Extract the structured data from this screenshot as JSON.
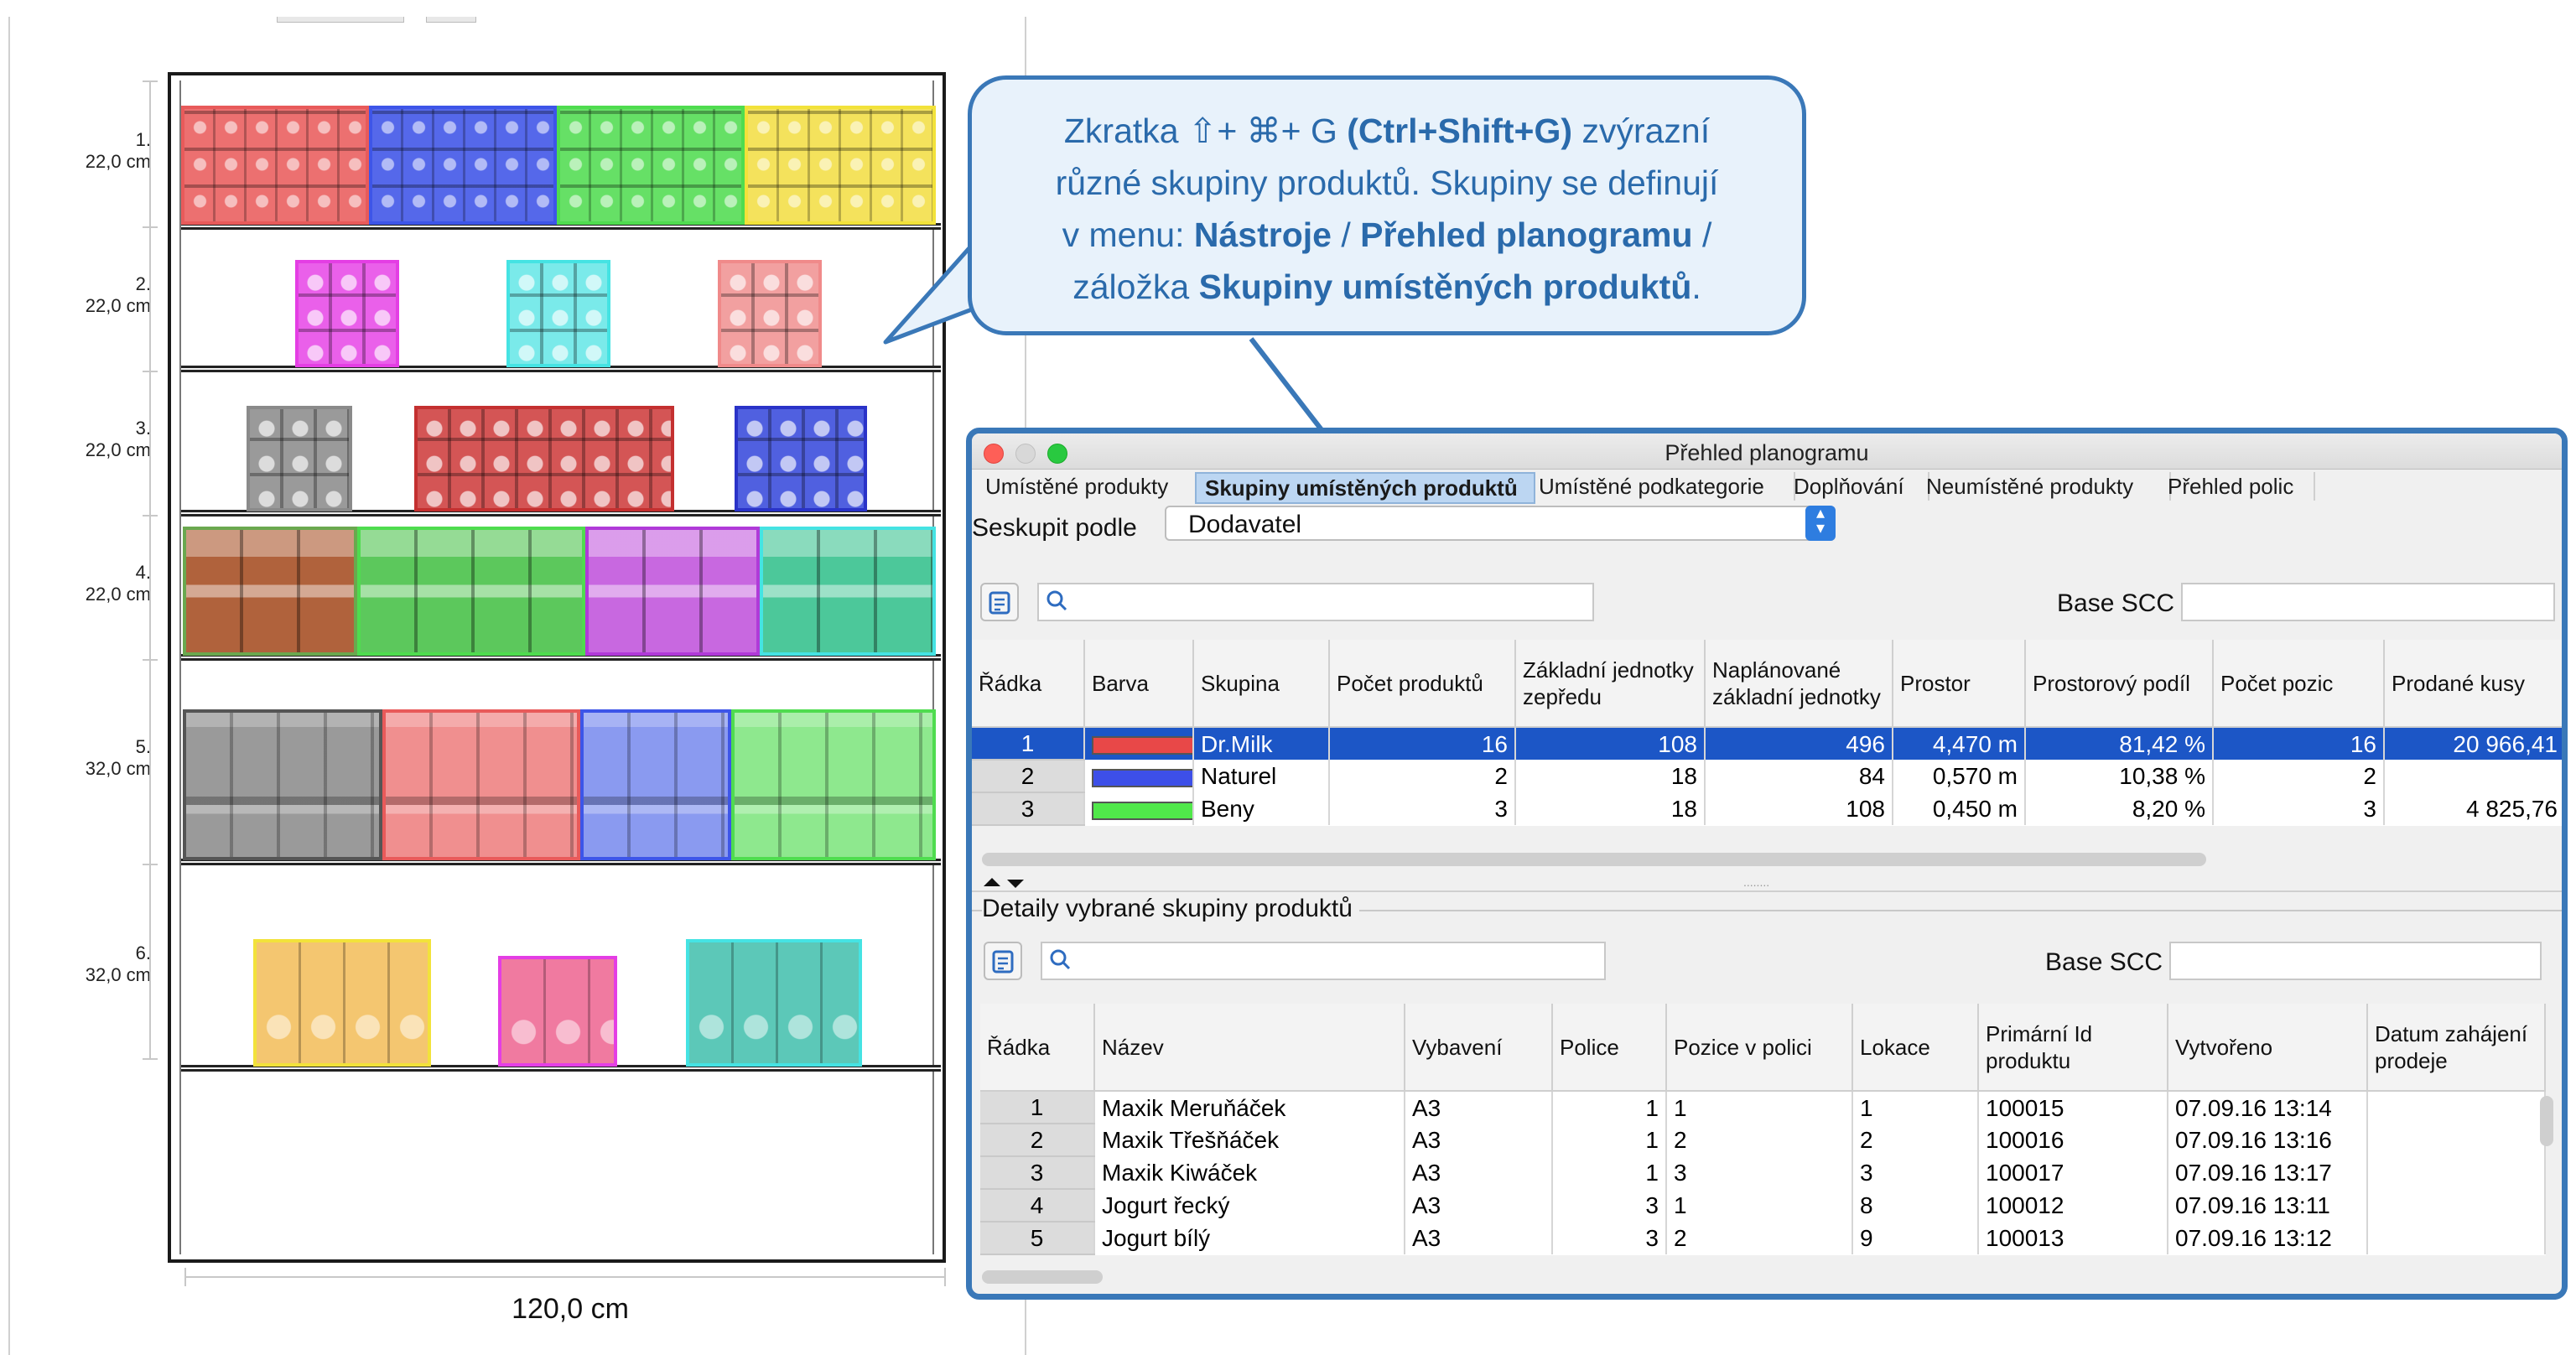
{
  "planogram": {
    "shelves": [
      {
        "num": "1.",
        "height": "22,0 cm"
      },
      {
        "num": "2.",
        "height": "22,0 cm"
      },
      {
        "num": "3.",
        "height": "22,0 cm"
      },
      {
        "num": "4.",
        "height": "22,0 cm"
      },
      {
        "num": "5.",
        "height": "32,0 cm"
      },
      {
        "num": "6.",
        "height": "32,0 cm"
      }
    ],
    "width_label": "120,0 cm",
    "group_colors": {
      "red": "#e85a5a",
      "blue": "#3d55e8",
      "green": "#4fdc4f",
      "yellow": "#f2e23a",
      "magenta": "#e43ee4",
      "cyan": "#45e3e3",
      "salmon": "#f08a8a",
      "gray": "#8a8a8a",
      "darkred": "#c43030",
      "navy": "#2a33c8",
      "purple": "#b03ad8"
    }
  },
  "callout": {
    "line1_pre": "Zkratka ⇧+ ⌘+ G ",
    "line1_keys": "(Ctrl+Shift+G)",
    "line1_post": " zvýrazní",
    "line2": "různé skupiny produktů. Skupiny se definují",
    "line3_pre": "v menu: ",
    "line3_b1": "Nástroje",
    "line3_mid": " / ",
    "line3_b2": "Přehled planogramu",
    "line3_post": " /",
    "line4_pre": "záložka ",
    "line4_b": "Skupiny umístěných produktů",
    "line4_post": "."
  },
  "dialog": {
    "title": "Přehled planogramu",
    "tabs": [
      "Umístěné produkty",
      "Skupiny umístěných produktů",
      "Umístěné podkategorie",
      "Doplňování",
      "Neumístěné produkty",
      "Přehled polic"
    ],
    "group_by_label": "Seskupit podle",
    "group_by_value": "Dodavatel",
    "base_scc_label": "Base SCC",
    "groups_table": {
      "columns": [
        "Řádka",
        "Barva",
        "Skupina",
        "Počet produktů",
        "Základní jednotky zepředu",
        "Naplánované základní jednotky",
        "Prostor",
        "Prostorový podíl",
        "Počet pozic",
        "Prodané kusy"
      ],
      "rows": [
        {
          "row": "1",
          "color": "#e84848",
          "group": "Dr.Milk",
          "products": "16",
          "front_units": "108",
          "planned_units": "496",
          "space": "4,470 m",
          "space_share": "81,42 %",
          "positions": "16",
          "sold": "20 966,41"
        },
        {
          "row": "2",
          "color": "#3d4fe8",
          "group": "Naturel",
          "products": "2",
          "front_units": "18",
          "planned_units": "84",
          "space": "0,570 m",
          "space_share": "10,38 %",
          "positions": "2",
          "sold": ""
        },
        {
          "row": "3",
          "color": "#50e84a",
          "group": "Beny",
          "products": "3",
          "front_units": "18",
          "planned_units": "108",
          "space": "0,450 m",
          "space_share": "8,20 %",
          "positions": "3",
          "sold": "4 825,76"
        }
      ]
    },
    "details_label": "Detaily vybrané skupiny produktů",
    "details_table": {
      "columns": [
        "Řádka",
        "Název",
        "Vybavení",
        "Police",
        "Pozice v polici",
        "Lokace",
        "Primární Id produktu",
        "Vytvořeno",
        "Datum zahájení prodeje"
      ],
      "rows": [
        {
          "row": "1",
          "name": "Maxik Meruňáček",
          "equipment": "A3",
          "shelf": "1",
          "position": "1",
          "location": "1",
          "product_id": "100015",
          "created": "07.09.16 13:14"
        },
        {
          "row": "2",
          "name": "Maxik Třešňáček",
          "equipment": "A3",
          "shelf": "1",
          "position": "2",
          "location": "2",
          "product_id": "100016",
          "created": "07.09.16 13:16"
        },
        {
          "row": "3",
          "name": "Maxik Kiwáček",
          "equipment": "A3",
          "shelf": "1",
          "position": "3",
          "location": "3",
          "product_id": "100017",
          "created": "07.09.16 13:17"
        },
        {
          "row": "4",
          "name": "Jogurt řecký",
          "equipment": "A3",
          "shelf": "3",
          "position": "1",
          "location": "8",
          "product_id": "100012",
          "created": "07.09.16 13:11"
        },
        {
          "row": "5",
          "name": "Jogurt bílý",
          "equipment": "A3",
          "shelf": "3",
          "position": "2",
          "location": "9",
          "product_id": "100013",
          "created": "07.09.16 13:12"
        }
      ]
    }
  }
}
